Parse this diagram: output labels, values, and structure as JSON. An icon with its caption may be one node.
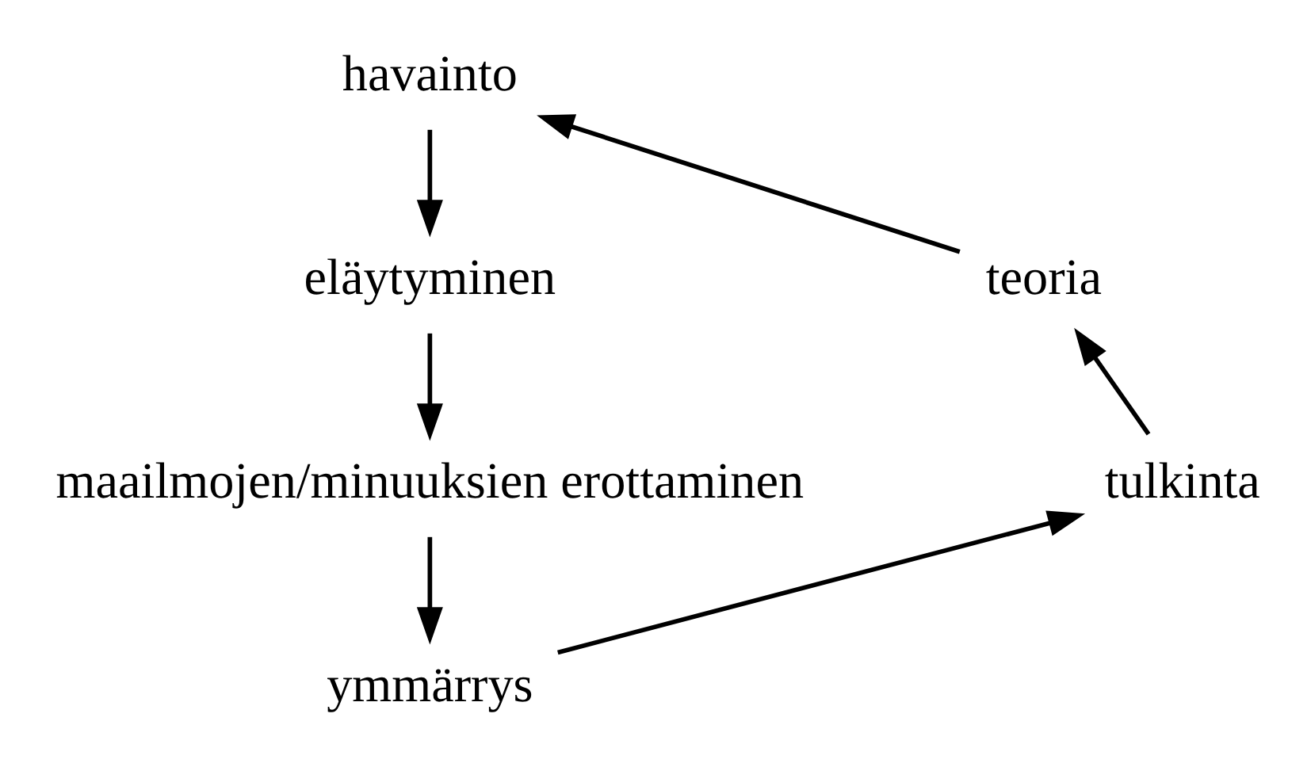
{
  "diagram": {
    "nodes": [
      {
        "text": [
          "havainto"
        ]
      },
      {
        "text": [
          "eläytyminen"
        ]
      },
      {
        "text": [
          "maailmojen/minuuksien erottaminen"
        ]
      },
      {
        "text": [
          "ymmärrys"
        ]
      },
      {
        "text": [
          "tulkinta"
        ]
      },
      {
        "text": [
          "teoria"
        ]
      }
    ],
    "edges": [
      {
        "from": 0,
        "to": 1,
        "arrow": "to"
      },
      {
        "from": 1,
        "to": 2,
        "arrow": "to"
      },
      {
        "from": 2,
        "to": 3,
        "arrow": "to"
      },
      {
        "from": 3,
        "to": 4,
        "arrow": "to"
      },
      {
        "from": 4,
        "to": 5,
        "arrow": "to"
      },
      {
        "from": 5,
        "to": 0,
        "arrow": "to"
      }
    ]
  }
}
